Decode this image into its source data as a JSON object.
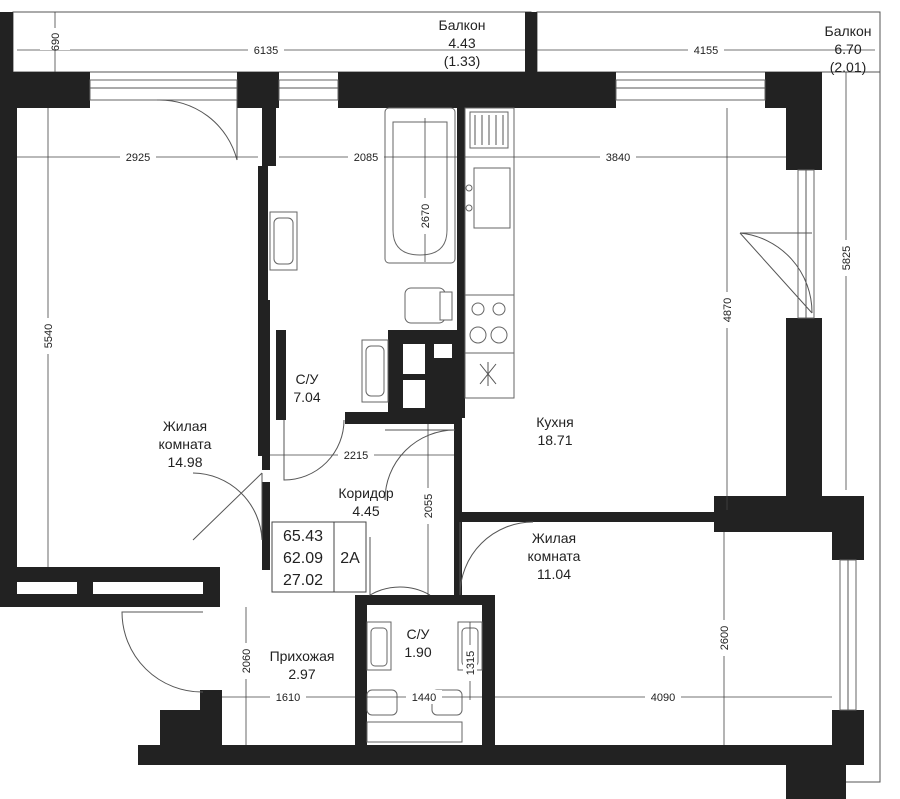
{
  "colors": {
    "wall": "#222222",
    "line": "#555555",
    "text": "#222222",
    "background": "#ffffff"
  },
  "rooms": {
    "living1": {
      "name_line1": "Жилая",
      "name_line2": "комната",
      "area": "14.98"
    },
    "bathroom1": {
      "name": "С/У",
      "area": "7.04"
    },
    "kitchen": {
      "name": "Кухня",
      "area": "18.71"
    },
    "corridor": {
      "name": "Коридор",
      "area": "4.45"
    },
    "living2": {
      "name_line1": "Жилая",
      "name_line2": "комната",
      "area": "11.04"
    },
    "bathroom2": {
      "name": "С/У",
      "area": "1.90"
    },
    "hallway": {
      "name": "Прихожая",
      "area": "2.97"
    }
  },
  "balconies": {
    "left": {
      "name": "Балкон",
      "area": "4.43",
      "area_alt": "(1.33)"
    },
    "right": {
      "name": "Балкон",
      "area": "6.70",
      "area_alt": "(2.01)"
    }
  },
  "dimensions": {
    "balcony_depth": "690",
    "balcony_left_width": "6135",
    "balcony_right_width": "4155",
    "living1_width": "2925",
    "bath1_width": "2085",
    "kitchen_width": "3840",
    "bath1_depth": "2670",
    "living1_depth": "5540",
    "kitchen_depth": "4870",
    "right_total": "5825",
    "corridor_width": "2215",
    "corridor_depth": "2055",
    "living2_depth": "2600",
    "hallway_depth": "2060",
    "hallway_width": "1610",
    "bath2_width": "1440",
    "living2_width": "4090",
    "bath2_small": "1315"
  },
  "summary": {
    "total_area": "65.43",
    "living_area": "62.09",
    "residential_area": "27.02",
    "apartment_type": "2А"
  }
}
